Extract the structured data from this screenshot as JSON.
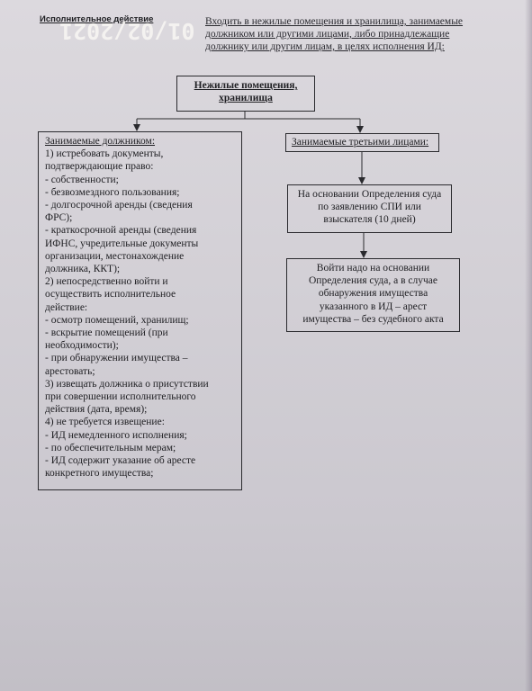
{
  "heading_partial": "Исполнительное действие",
  "date_stamp": "01/02/2021",
  "header_text": "Входить в нежилые помещения и хранилища, занимаемые должником или другими лицами, либо принадлежащие должнику или другим лицам, в целях исполнения ИД:",
  "top_box": {
    "line1": "Нежилые помещения,",
    "line2": "хранилища"
  },
  "left_box": {
    "title": "Занимаемые должником:",
    "lines": [
      "1) истребовать документы,",
      "подтверждающие право:",
      "- собственности;",
      "- безвозмездного пользования;",
      "- долгосрочной аренды (сведения",
      "ФРС);",
      "- краткосрочной аренды (сведения",
      "ИФНС, учредительные документы",
      "организации, местонахождение",
      "должника, ККТ);",
      "2) непосредственно войти и",
      "осуществить исполнительное",
      "действие:",
      "- осмотр помещений, хранилищ;",
      "- вскрытие помещений (при",
      "необходимости);",
      "- при обнаружении имущества –",
      "арестовать;",
      "3) извещать должника о присутствии",
      "при совершении исполнительного",
      "действия (дата, время);",
      "4) не требуется извещение:",
      "- ИД немедленного исполнения;",
      "- по обеспечительным мерам;",
      "- ИД содержит указание об аресте",
      "конкретного имущества;"
    ]
  },
  "right_box1": {
    "text": "Занимаемые третьими лицами:"
  },
  "right_box2": {
    "lines": [
      "На основании Определения суда",
      "по заявлению СПИ или",
      "взыскателя (10 дней)"
    ]
  },
  "right_box3": {
    "lines": [
      "Войти надо на основании",
      "Определения суда, а в случае",
      "обнаружения имущества",
      "указанного в ИД – арест",
      "имущества – без судебного акта"
    ]
  },
  "colors": {
    "paper": "#d6d3d9",
    "ink": "#202024",
    "stamp": "#f4f2f0"
  }
}
